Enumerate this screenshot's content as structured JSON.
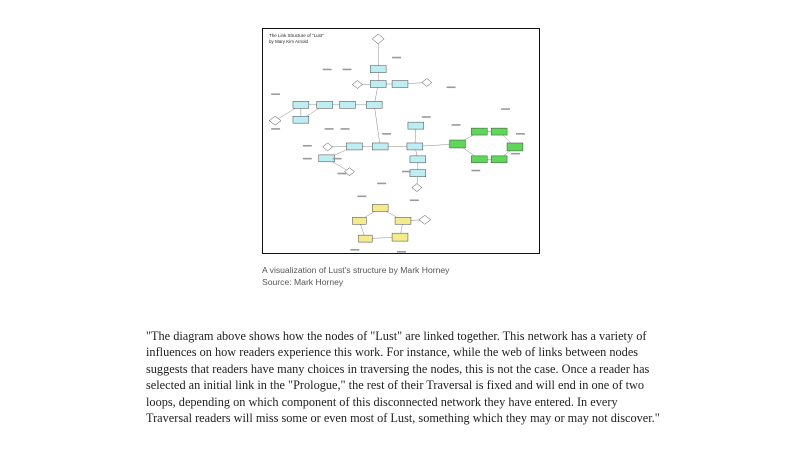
{
  "figure": {
    "title_line1": "The Link Structure of \"Lust\"",
    "title_line2": "by Mary Kim Arnold",
    "colors": {
      "cyan_node": "#bfeef2",
      "green_node": "#5fd85a",
      "yellow_node": "#f4ec8c",
      "edge": "#8a8a8a",
      "diamond": "#ffffff"
    }
  },
  "caption": {
    "line1": "A visualization of Lust's structure by Mark Horney",
    "line2": "Source: Mark Horney"
  },
  "quote": "\"The diagram above shows how the nodes of \"Lust\" are linked together. This network has a variety of influences on how readers experience this work. For instance, while the web of links between nodes suggests that readers have many choices in traversing the nodes, this is not the case. Once a reader has selected an initial link in the \"Prologue,\" the rest of their Traversal is fixed and will end in one of two loops, depending on which component of this disconnected network they have entered. In every Traversal readers will miss some or even most of Lust, something which they may or may not discover.\""
}
